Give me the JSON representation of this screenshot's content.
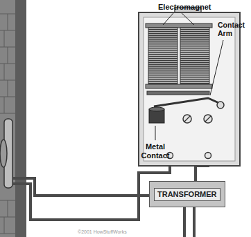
{
  "diagram": {
    "nodes": [
      {
        "text": [
          "TRANSFORMER"
        ]
      }
    ],
    "labels": [
      "Electromagnet",
      "Contact Arm",
      "Metal Contact",
      "©2001 HowStuffWorks"
    ]
  }
}
